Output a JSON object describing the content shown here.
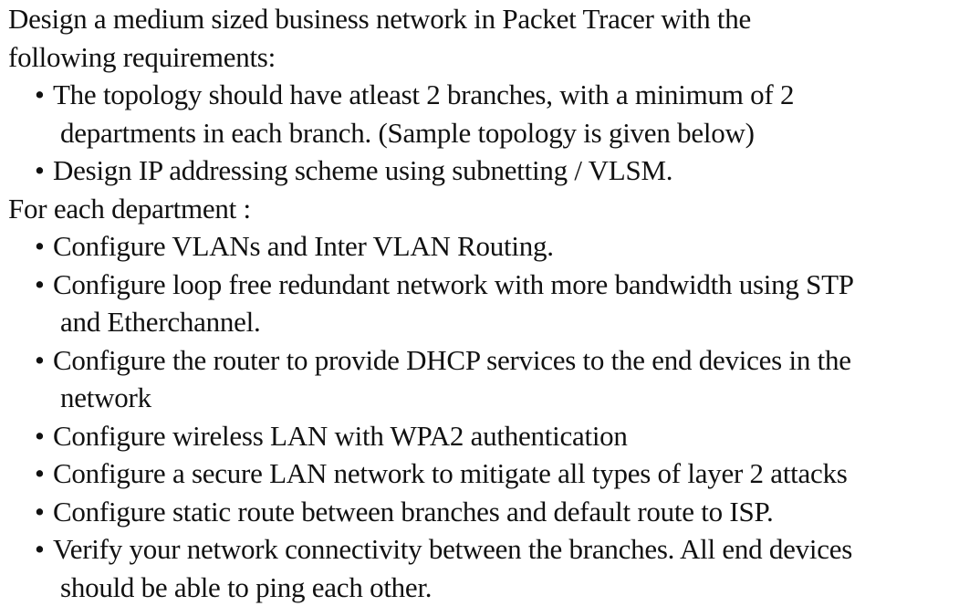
{
  "intro": {
    "line1": "Design a medium sized business network in Packet Tracer with the",
    "line2": "following requirements:"
  },
  "requirements": [
    {
      "bullet": "•",
      "line1": "The topology should have atleast 2 branches, with a minimum of 2",
      "line2": "departments in each branch. (Sample topology is given below)"
    },
    {
      "bullet": "•",
      "line1": "Design IP addressing scheme using subnetting / VLSM.",
      "line2": ""
    }
  ],
  "department_heading": "For each department :",
  "department_tasks": [
    {
      "bullet": "•",
      "line1": "Configure VLANs and Inter VLAN Routing.",
      "line2": ""
    },
    {
      "bullet": "•",
      "line1": "Configure loop free redundant network with more bandwidth using STP",
      "line2": "and Etherchannel."
    },
    {
      "bullet": "•",
      "line1": "Configure the router to provide DHCP services to the end devices in the",
      "line2": "network"
    },
    {
      "bullet": "•",
      "line1": "Configure wireless LAN with WPA2 authentication",
      "line2": ""
    },
    {
      "bullet": "•",
      "line1": "Configure a secure LAN network to mitigate all types of layer 2 attacks",
      "line2": ""
    },
    {
      "bullet": "•",
      "line1": "Configure static route between branches and default route to ISP.",
      "line2": ""
    },
    {
      "bullet": "•",
      "line1": "Verify your network connectivity between the branches. All end devices",
      "line2": "should be able to ping each other."
    }
  ]
}
